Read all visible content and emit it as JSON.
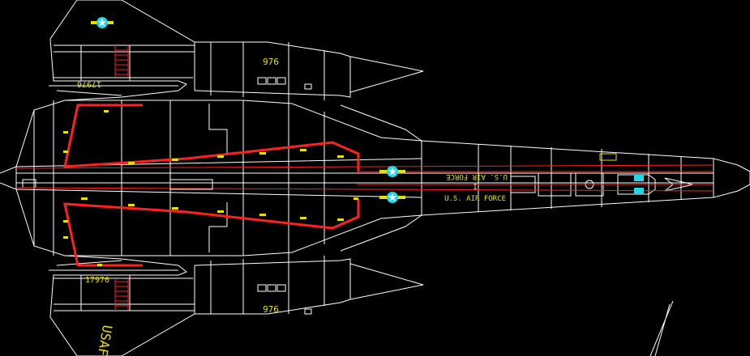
{
  "drawing": {
    "colors": {
      "background": "#000000",
      "outline": "#ffffff",
      "fuel_seam": "#ff2020",
      "markings": "#e8e000",
      "cockpit_windows": "#20d8e8",
      "roundel": "#20d8e8"
    },
    "markings": {
      "serial_upper_wing": "17976",
      "serial_lower_wing": "17976",
      "tail_number_upper": "976",
      "tail_number_lower": "976",
      "fuselage_text_upper": "U.S. AIR FORCE",
      "fuselage_text_lower": "U.S. AIR FORCE",
      "wing_text_lower": "USAF",
      "fuselage_mark": "I"
    }
  }
}
